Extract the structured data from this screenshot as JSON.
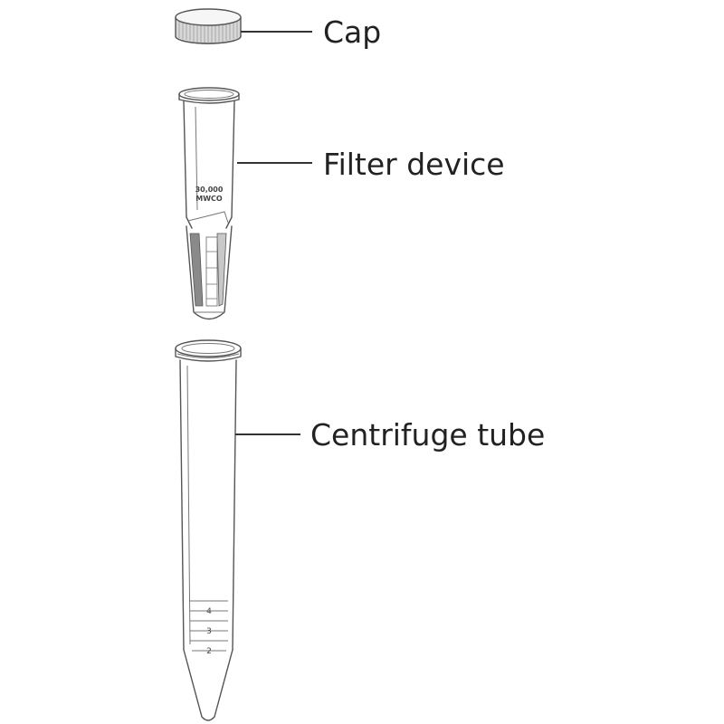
{
  "labels": {
    "cap": "Cap",
    "filter_device": "Filter device",
    "centrifuge_tube": "Centrifuge tube"
  },
  "filter_marking": {
    "line1": "30,000",
    "line2": "MWCO"
  },
  "tube_graduations": [
    "4",
    "3",
    "2"
  ],
  "colors": {
    "outline": "#555555",
    "text": "#222222",
    "background": "#ffffff"
  }
}
